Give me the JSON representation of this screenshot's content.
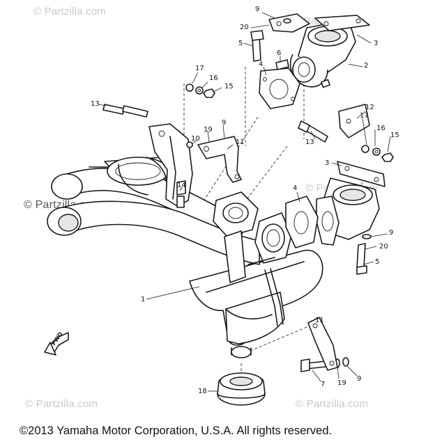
{
  "watermarks": [
    "© Partzilla.com",
    "© Partzilla.com",
    "© Partzilla.com",
    "© Partzilla.com",
    "© Partzilla.com"
  ],
  "watermark_prominent": "© Partzilla.com",
  "copyright": "©2013 Yamaha Motor Corporation, U.S.A. All rights reserved.",
  "fwd_label": "FWD",
  "callouts": [
    "9",
    "20",
    "5",
    "4",
    "6",
    "3",
    "2",
    "17",
    "16",
    "15",
    "13",
    "12",
    "19",
    "9",
    "10",
    "11",
    "13",
    "17",
    "16",
    "15",
    "14",
    "3",
    "1",
    "4",
    "9",
    "20",
    "5",
    "11",
    "7",
    "19",
    "9",
    "18"
  ]
}
